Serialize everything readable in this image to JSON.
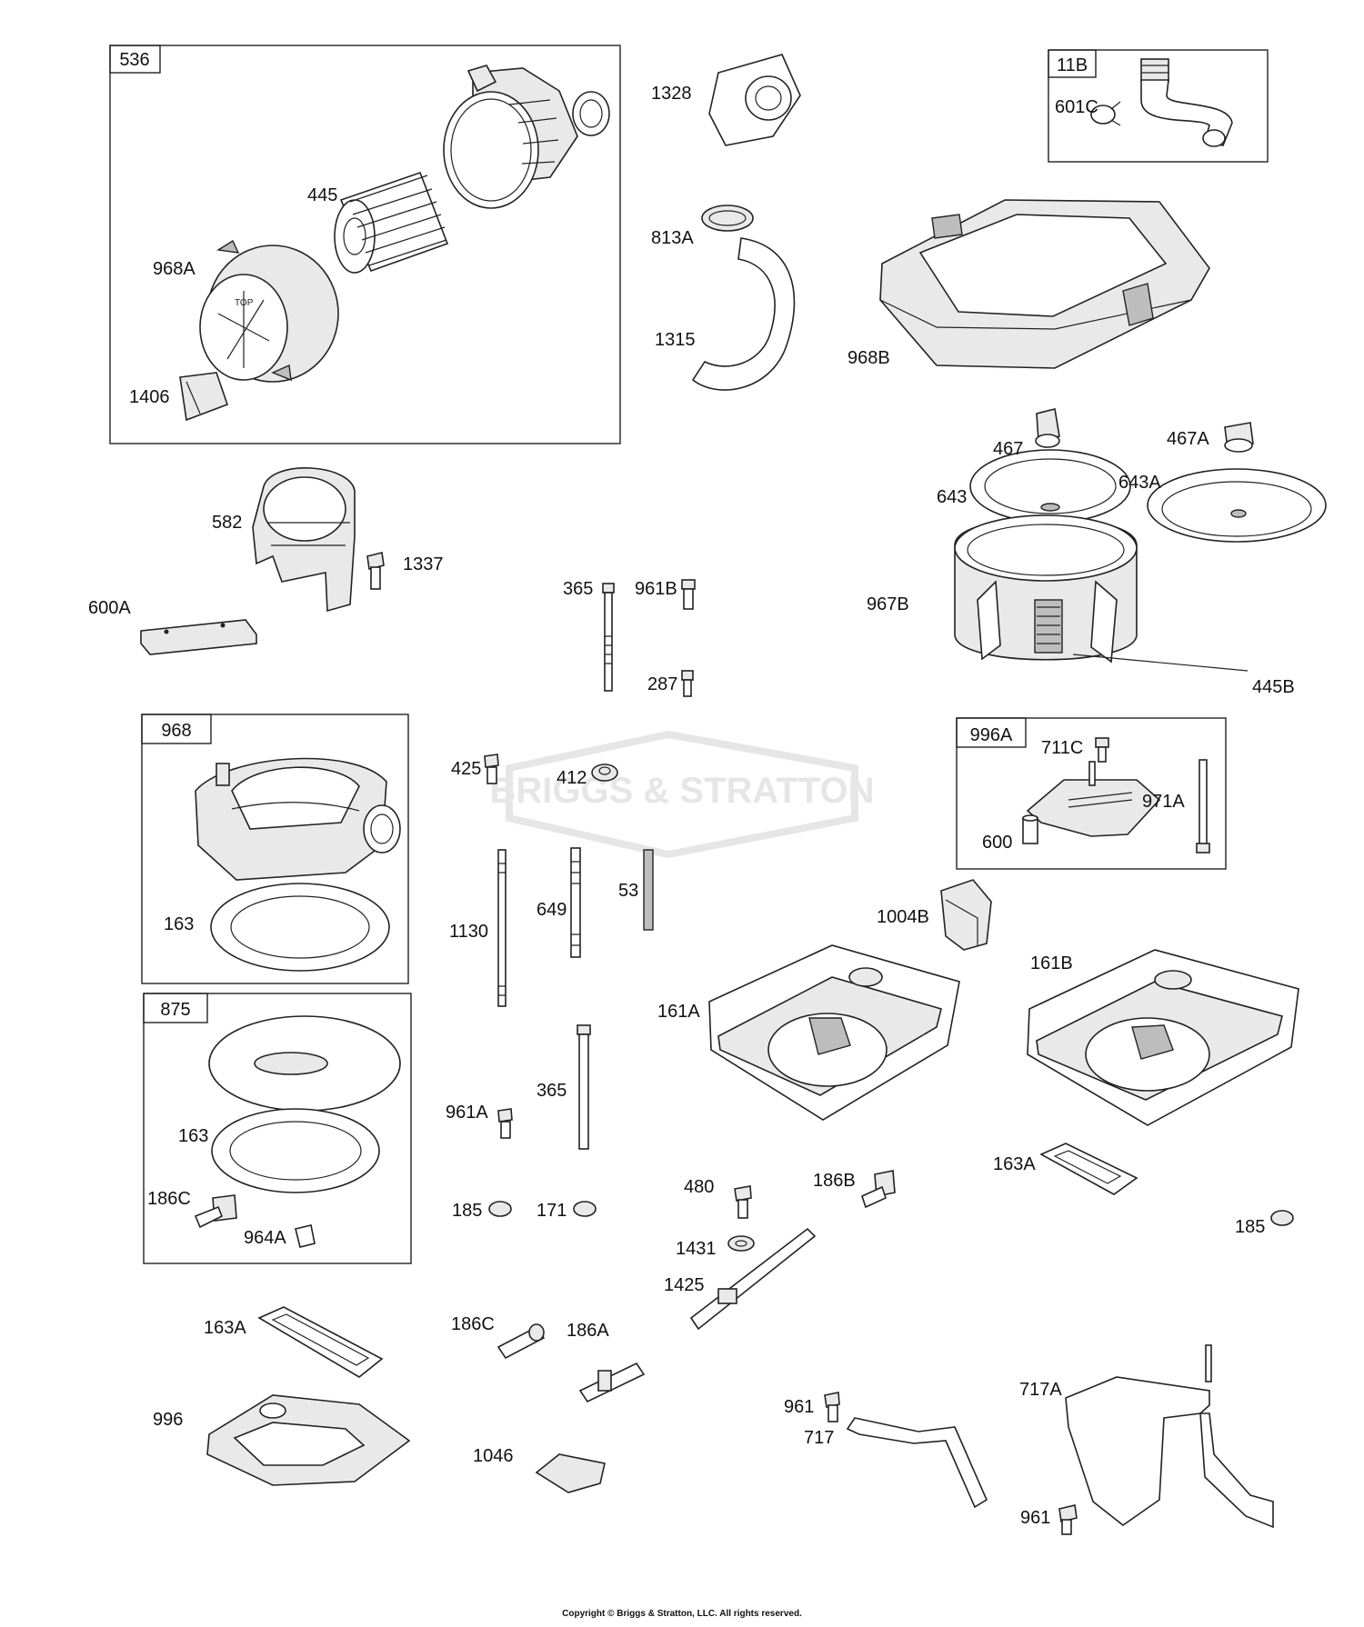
{
  "boxes": [
    {
      "id": "536",
      "label": "536"
    },
    {
      "id": "11B",
      "label": "11B"
    },
    {
      "id": "968",
      "label": "968"
    },
    {
      "id": "875",
      "label": "875"
    },
    {
      "id": "996A",
      "label": "996A"
    }
  ],
  "labels": [
    "1328",
    "601C",
    "445",
    "968A",
    "1406",
    "813A",
    "1315",
    "968B",
    "467",
    "467A",
    "643",
    "643A",
    "582",
    "1337",
    "365",
    "961B",
    "600A",
    "967B",
    "287",
    "445B",
    "425",
    "412",
    "711C",
    "600",
    "971A",
    "163",
    "1130",
    "649",
    "53",
    "1004B",
    "161B",
    "161A",
    "365",
    "961A",
    "163",
    "163A",
    "480",
    "186B",
    "186C",
    "185",
    "171",
    "185",
    "964A",
    "1431",
    "1425",
    "163A",
    "186C",
    "186A",
    "996",
    "961",
    "717A",
    "717",
    "1046",
    "961"
  ],
  "watermark": "BRIGGS & STRATTON",
  "footer": "Copyright © Briggs & Stratton, LLC. All rights reserved."
}
